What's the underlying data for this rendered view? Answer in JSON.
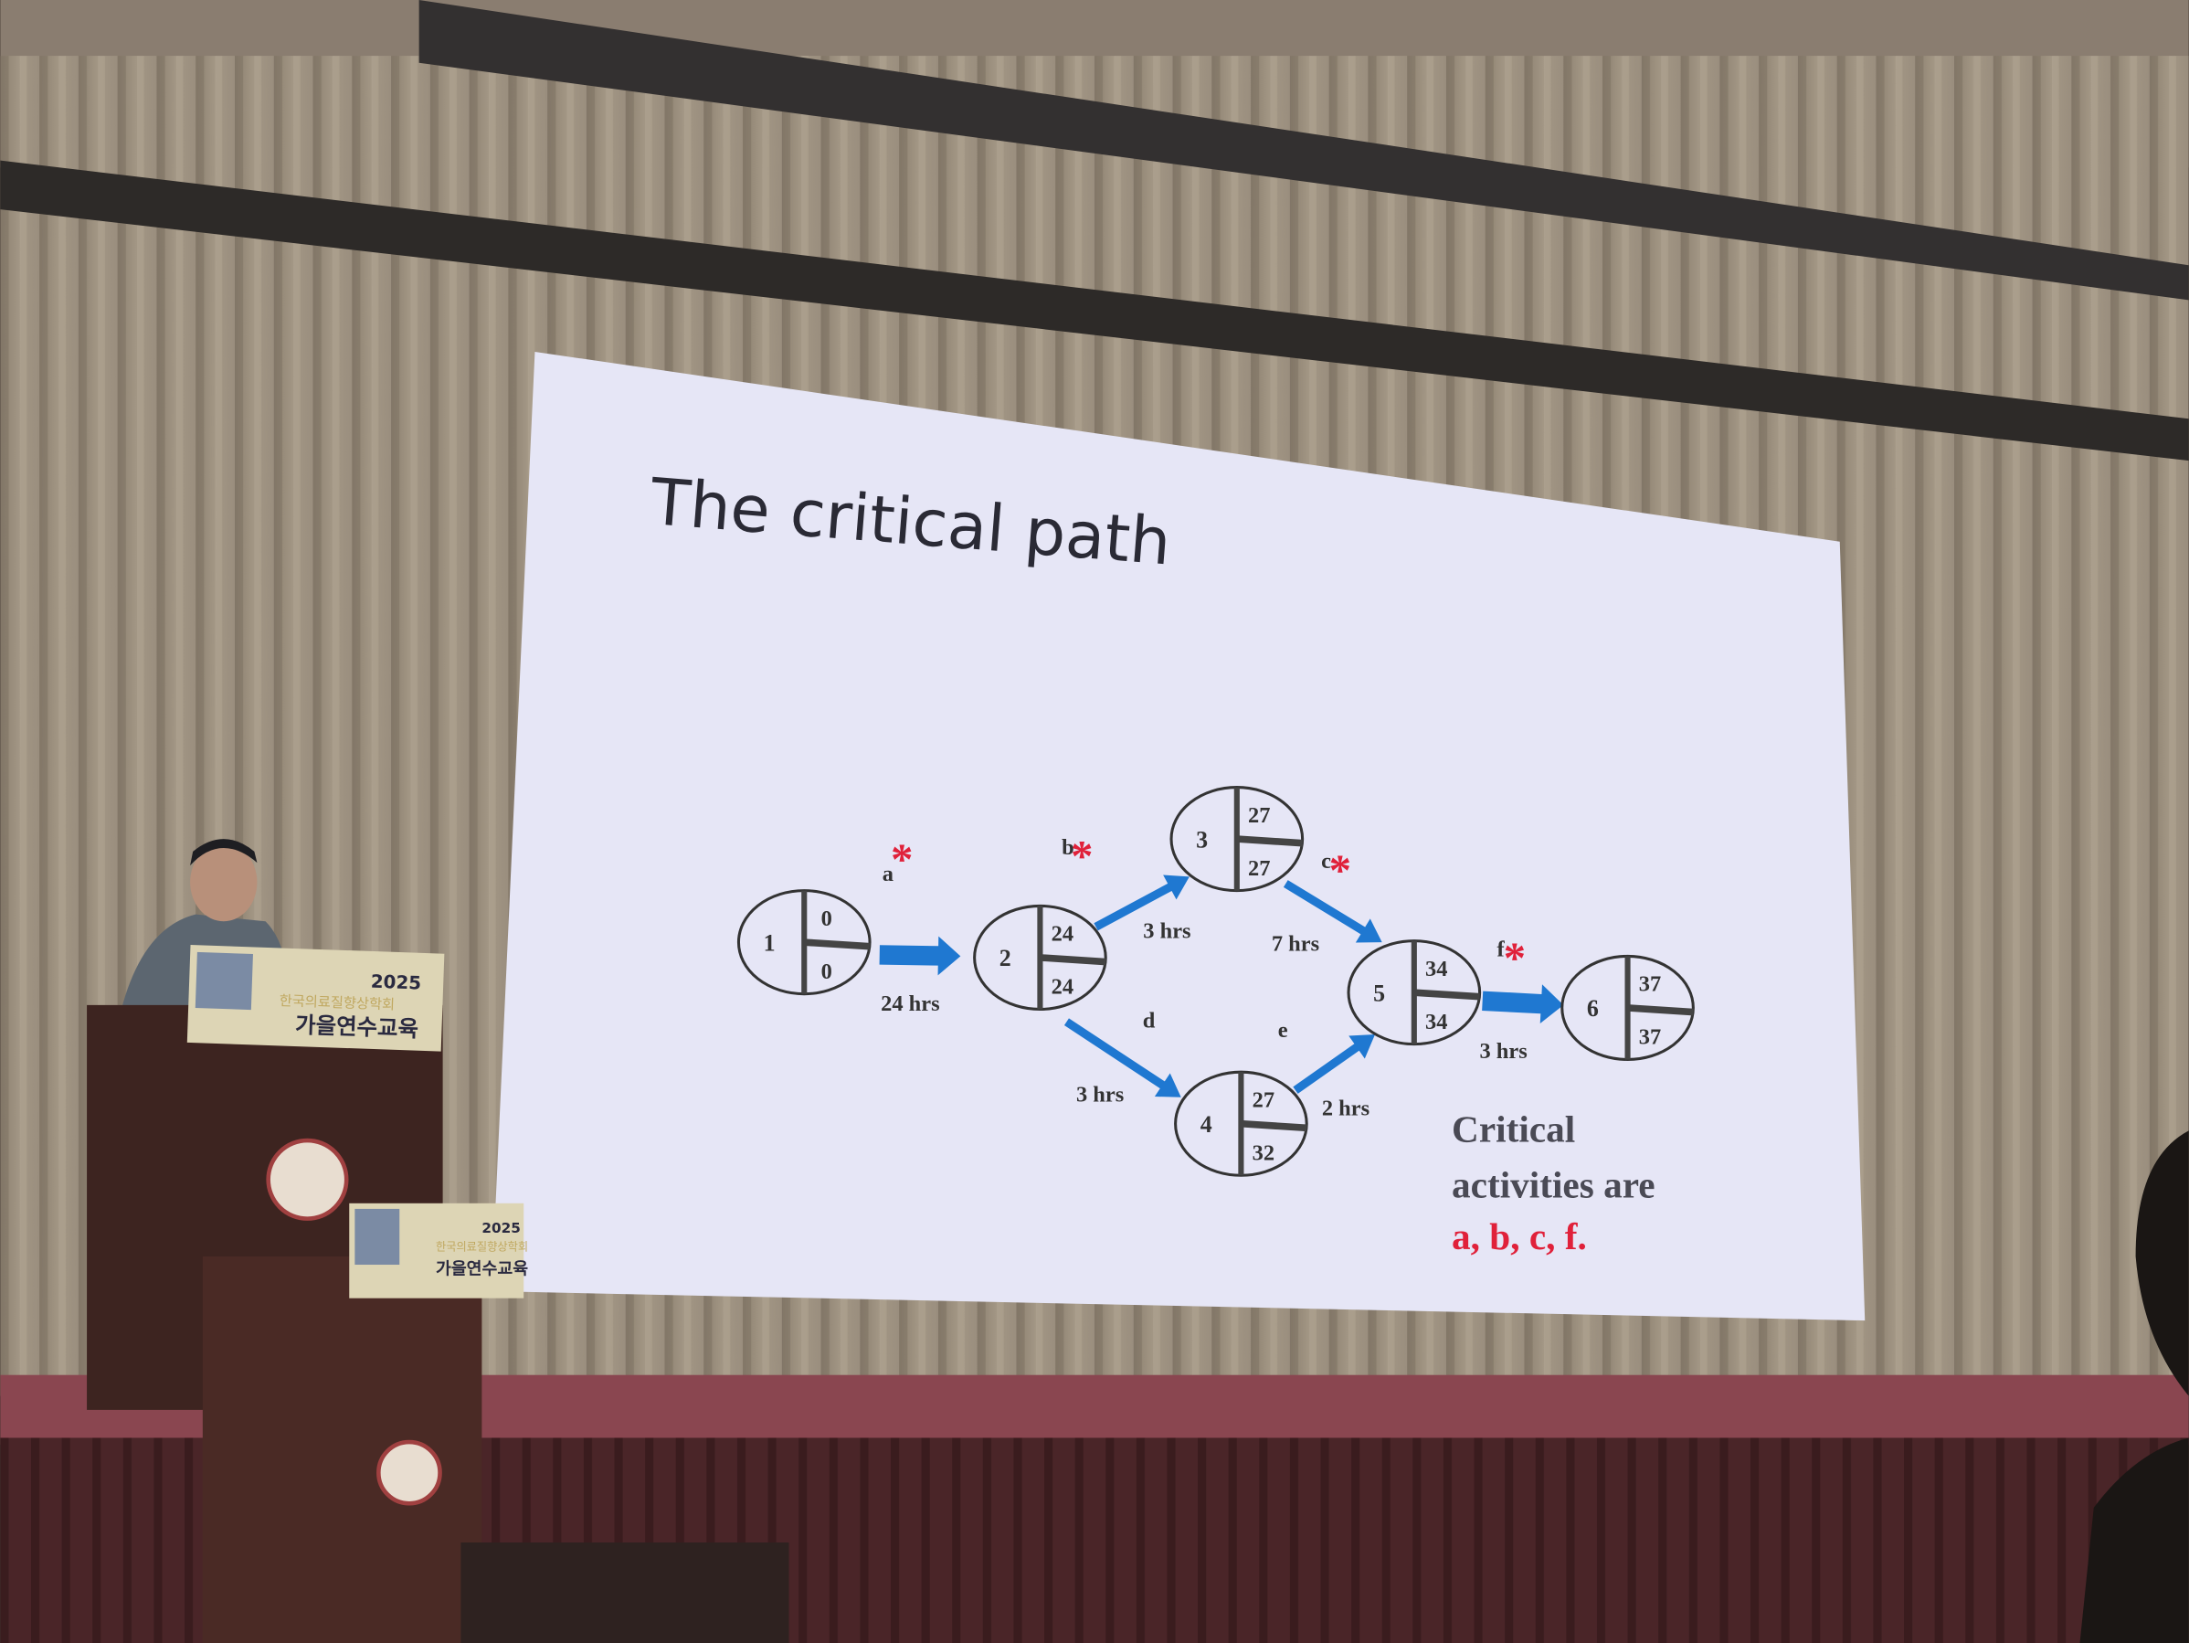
{
  "slide": {
    "title": "The critical path",
    "nodes": [
      {
        "id": "1",
        "es": "0",
        "ls": "0"
      },
      {
        "id": "2",
        "es": "24",
        "ls": "24"
      },
      {
        "id": "3",
        "es": "27",
        "ls": "27"
      },
      {
        "id": "4",
        "es": "27",
        "ls": "32"
      },
      {
        "id": "5",
        "es": "34",
        "ls": "34"
      },
      {
        "id": "6",
        "es": "37",
        "ls": "37"
      }
    ],
    "activities": [
      {
        "label": "a",
        "duration": "24 hrs",
        "critical": true
      },
      {
        "label": "b",
        "duration": "3 hrs",
        "critical": true
      },
      {
        "label": "c",
        "duration": "7 hrs",
        "critical": true
      },
      {
        "label": "d",
        "duration": "3 hrs",
        "critical": false
      },
      {
        "label": "e",
        "duration": "2 hrs",
        "critical": false
      },
      {
        "label": "f",
        "duration": "3 hrs",
        "critical": true
      }
    ],
    "critical_marker": "*",
    "summary_line1": "Critical",
    "summary_line2": "activities are",
    "summary_line3": "a, b, c, f."
  },
  "podium_sign": {
    "year": "2025",
    "org": "한국의료질향상학회",
    "event": "가을연수교육"
  },
  "colors": {
    "arrow": "#1f78d1",
    "critical": "#e0213a",
    "slide_bg": "#e6e6f6"
  }
}
